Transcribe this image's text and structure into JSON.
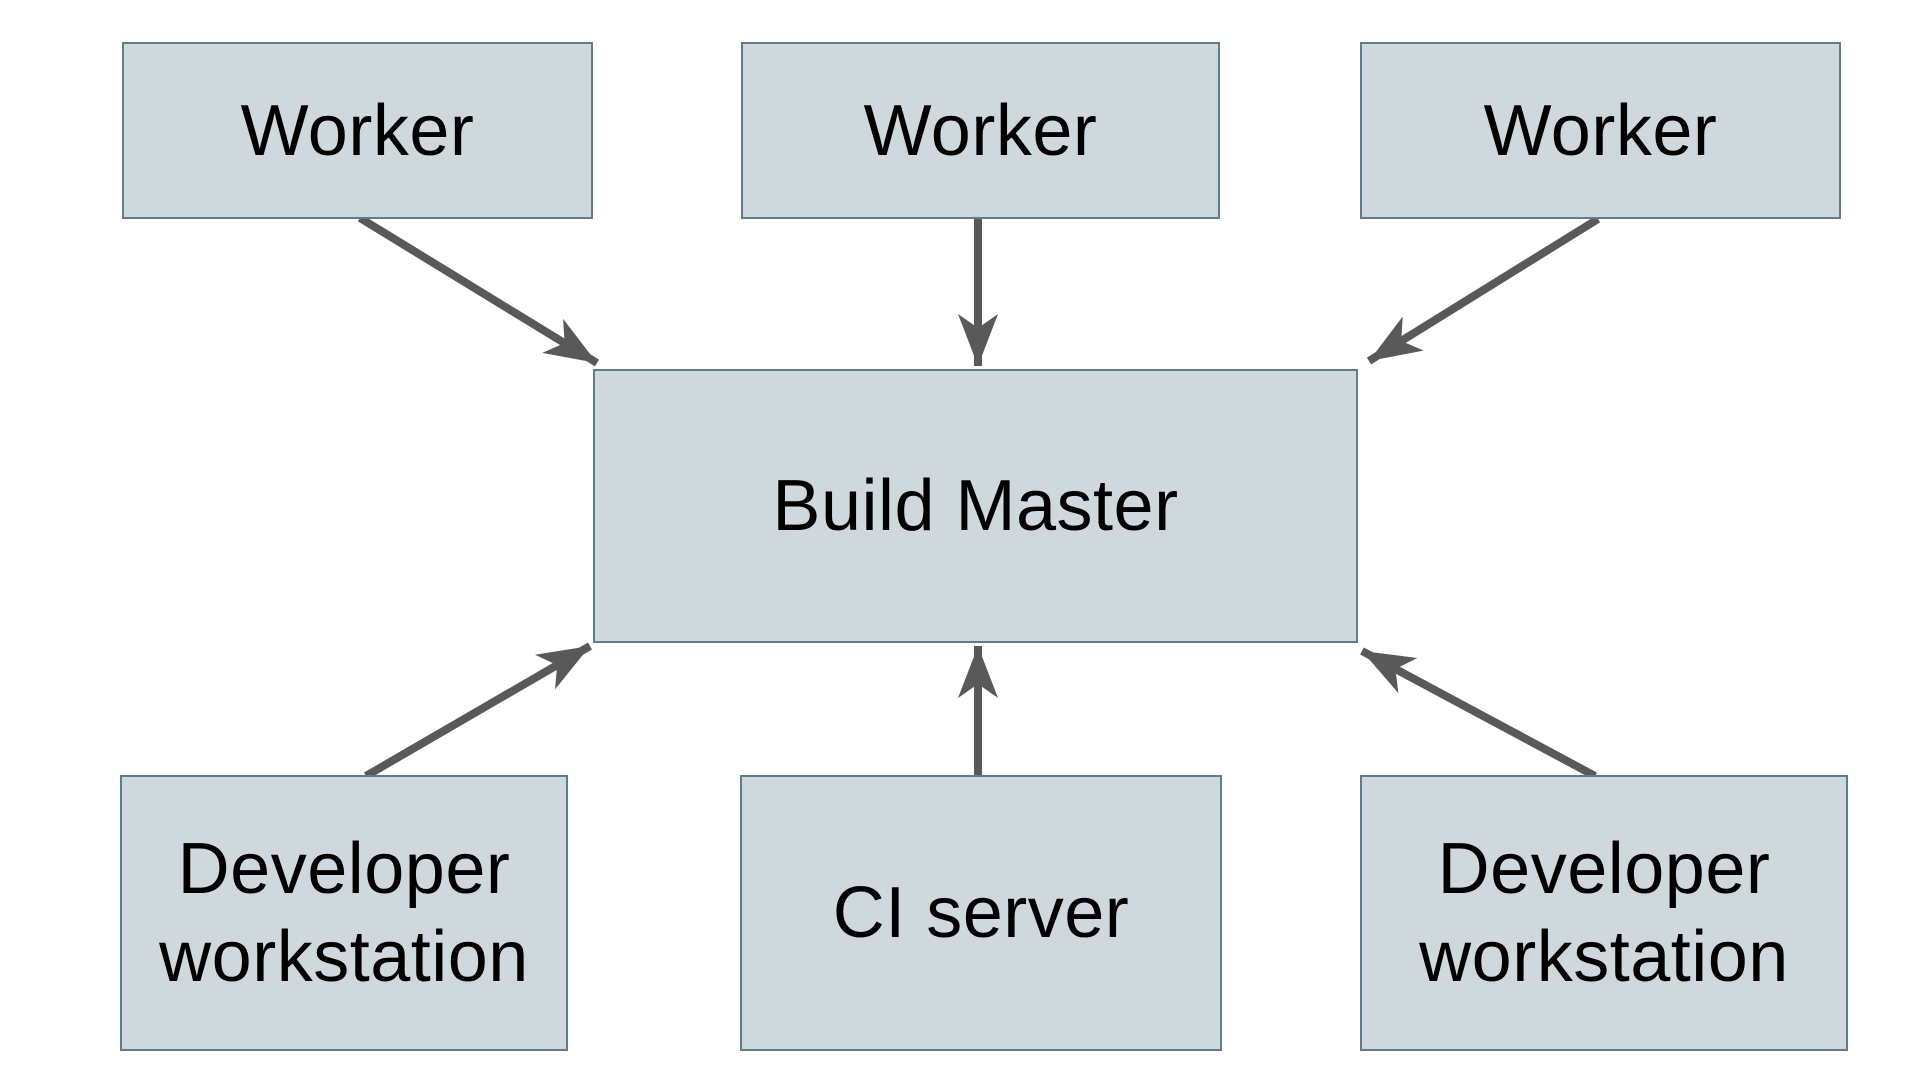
{
  "diagram": {
    "nodes": {
      "worker1": {
        "label": "Worker"
      },
      "worker2": {
        "label": "Worker"
      },
      "worker3": {
        "label": "Worker"
      },
      "build_master": {
        "label": "Build Master"
      },
      "dev_left": {
        "label": "Developer workstation"
      },
      "ci_server": {
        "label": "CI server"
      },
      "dev_right": {
        "label": "Developer workstation"
      }
    },
    "edges": [
      {
        "from": "worker1",
        "to": "build_master"
      },
      {
        "from": "worker2",
        "to": "build_master"
      },
      {
        "from": "worker3",
        "to": "build_master"
      },
      {
        "from": "dev_left",
        "to": "build_master"
      },
      {
        "from": "ci_server",
        "to": "build_master"
      },
      {
        "from": "dev_right",
        "to": "build_master"
      }
    ],
    "colors": {
      "node_fill": "#CFD8DC",
      "node_border": "#607D8B",
      "arrow": "#595959",
      "text": "#000000",
      "background": "#FFFFFF"
    }
  }
}
